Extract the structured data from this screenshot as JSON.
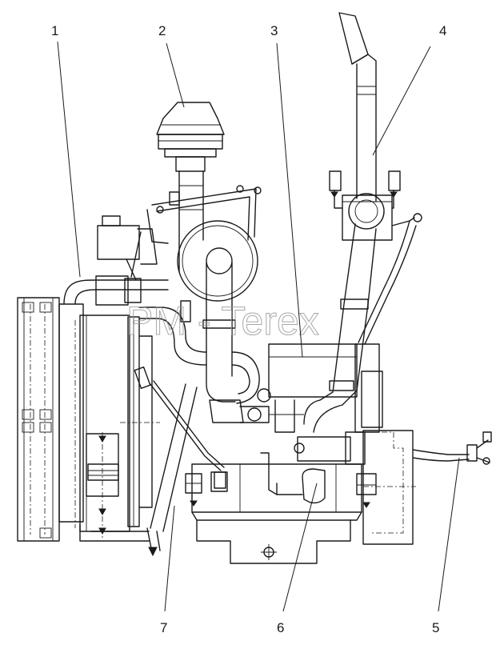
{
  "watermark": "PM - Terex",
  "callouts": [
    {
      "number": "1",
      "part": "radiator"
    },
    {
      "number": "2",
      "part": "air-cleaner"
    },
    {
      "number": "3",
      "part": "engine-block"
    },
    {
      "number": "4",
      "part": "exhaust-pipe"
    },
    {
      "number": "5",
      "part": "fuel-line"
    },
    {
      "number": "6",
      "part": "oil-filter"
    },
    {
      "number": "7",
      "part": "dipstick"
    }
  ]
}
